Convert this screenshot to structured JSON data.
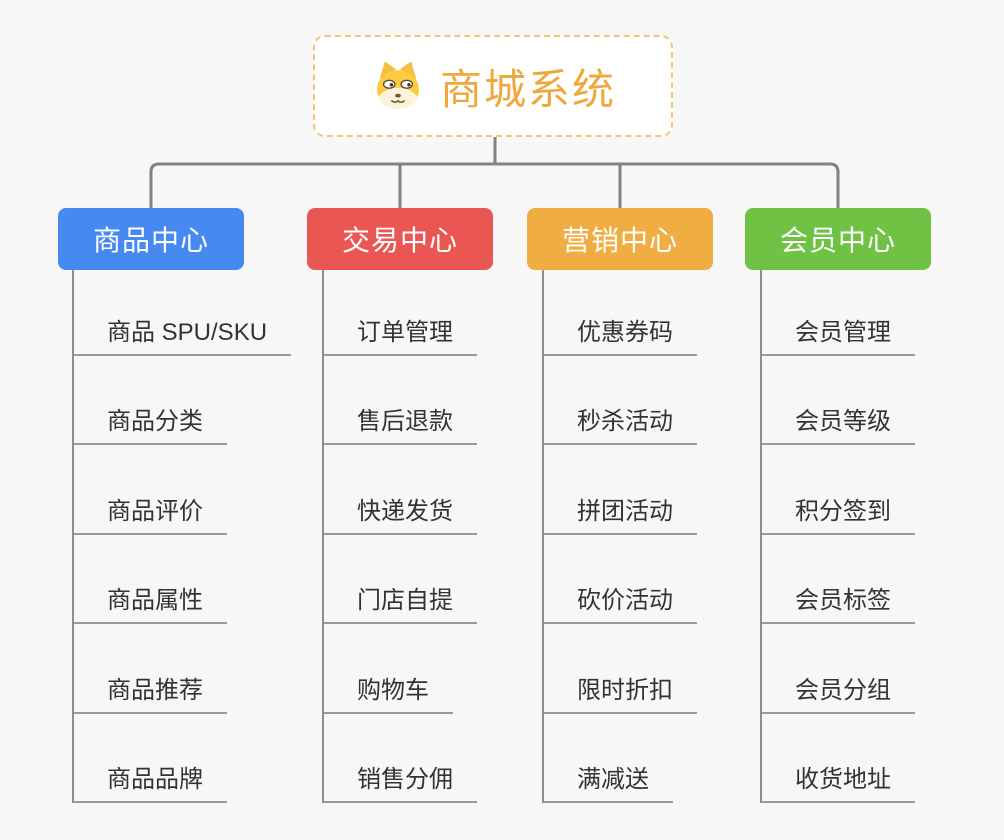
{
  "root": {
    "title": "商城系统",
    "icon": "dog-face-icon",
    "title_color": "#efa83d",
    "border_color": "#f6c477"
  },
  "connector_color": "#828282",
  "background_color": "#f7f7f7",
  "branches": [
    {
      "label": "商品中心",
      "color": "#4589f1",
      "items": [
        "商品 SPU/SKU",
        "商品分类",
        "商品评价",
        "商品属性",
        "商品推荐",
        "商品品牌"
      ]
    },
    {
      "label": "交易中心",
      "color": "#ea5752",
      "items": [
        "订单管理",
        "售后退款",
        "快递发货",
        "门店自提",
        "购物车",
        "销售分佣"
      ]
    },
    {
      "label": "营销中心",
      "color": "#f0ad42",
      "items": [
        "优惠券码",
        "秒杀活动",
        "拼团活动",
        "砍价活动",
        "限时折扣",
        "满减送"
      ]
    },
    {
      "label": "会员中心",
      "color": "#6fc243",
      "items": [
        "会员管理",
        "会员等级",
        "积分签到",
        "会员标签",
        "会员分组",
        "收货地址"
      ]
    }
  ]
}
